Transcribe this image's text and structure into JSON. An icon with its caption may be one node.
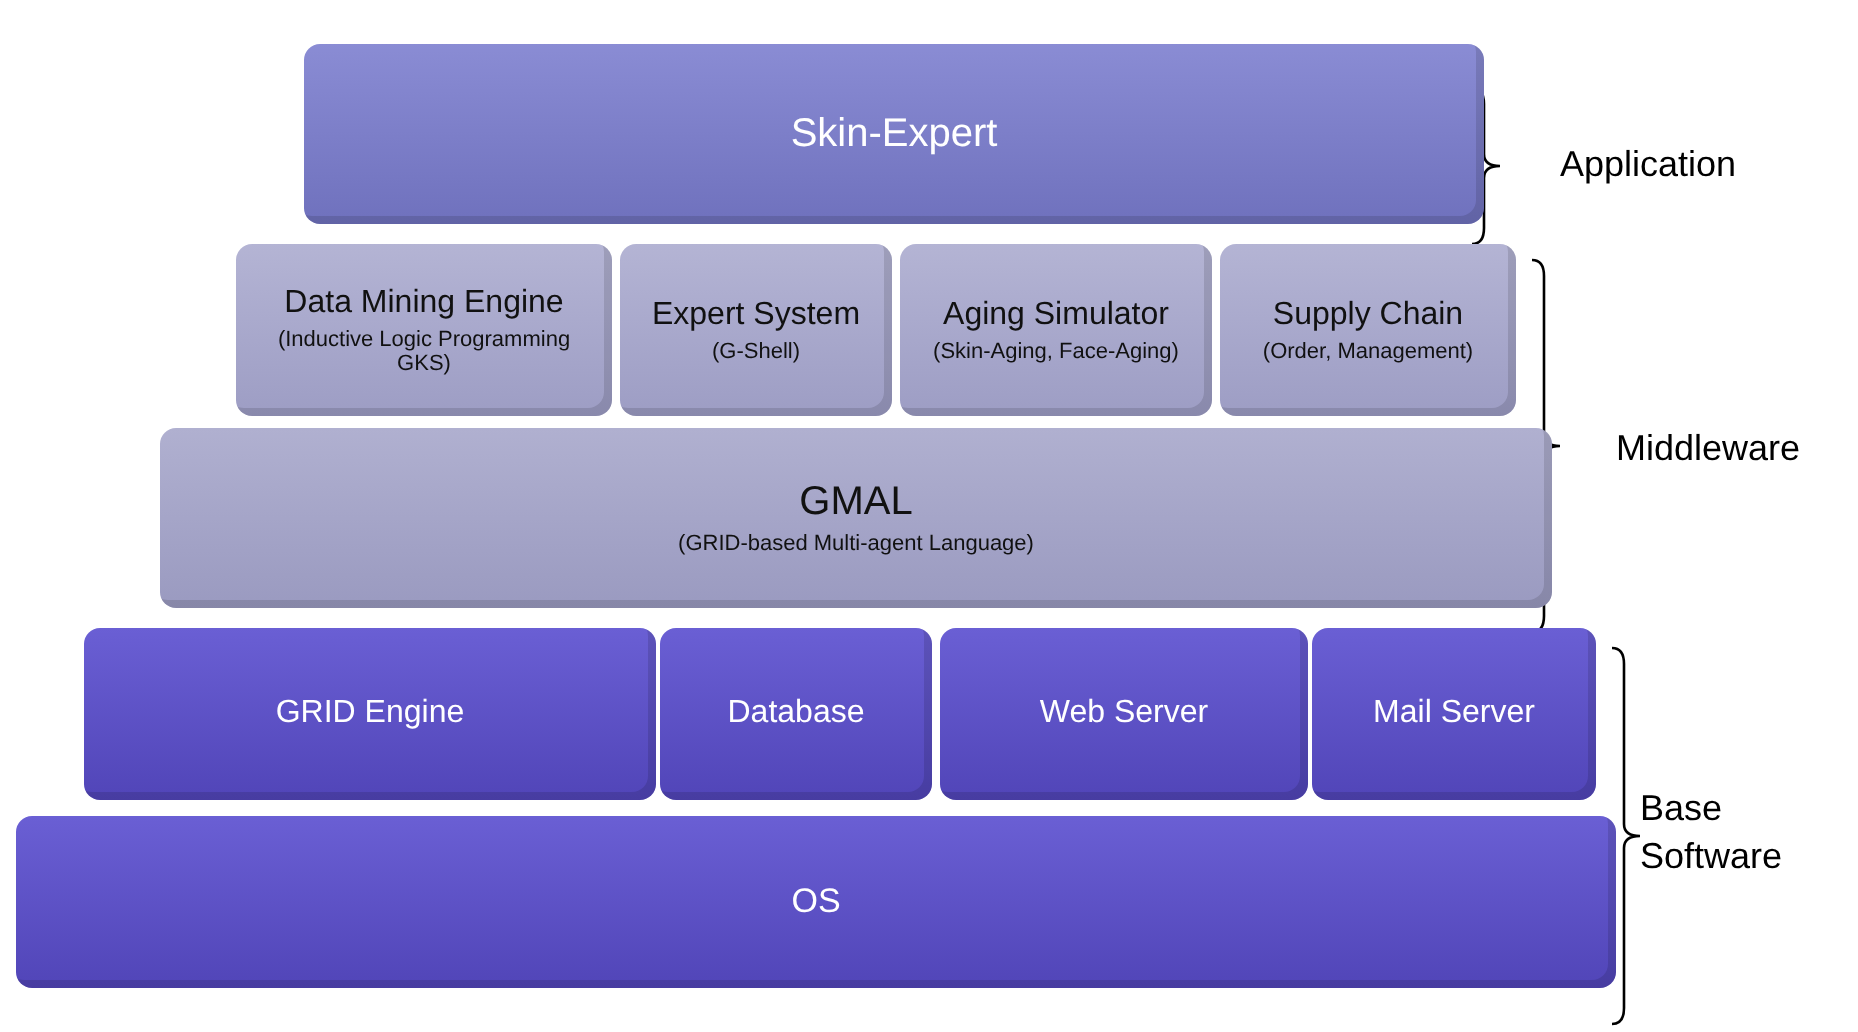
{
  "diagram": {
    "nodes": [
      {
        "text": [
          "Skin-Expert"
        ]
      },
      {
        "text": [
          "Data Mining Engine",
          "(Inductive Logic Programming GKS)"
        ]
      },
      {
        "text": [
          "Expert System",
          "(G-Shell)"
        ]
      },
      {
        "text": [
          "Aging Simulator",
          "(Skin-Aging, Face-Aging)"
        ]
      },
      {
        "text": [
          "Supply Chain",
          "(Order, Management)"
        ]
      },
      {
        "text": [
          "GMAL",
          "(GRID-based Multi-agent Language)"
        ]
      },
      {
        "text": [
          "GRID Engine"
        ]
      },
      {
        "text": [
          "Database"
        ]
      },
      {
        "text": [
          "Web Server"
        ]
      },
      {
        "text": [
          "Mail Server"
        ]
      },
      {
        "text": [
          "OS"
        ]
      }
    ],
    "labels": [
      "Application",
      "Middleware",
      "Base Software"
    ]
  }
}
